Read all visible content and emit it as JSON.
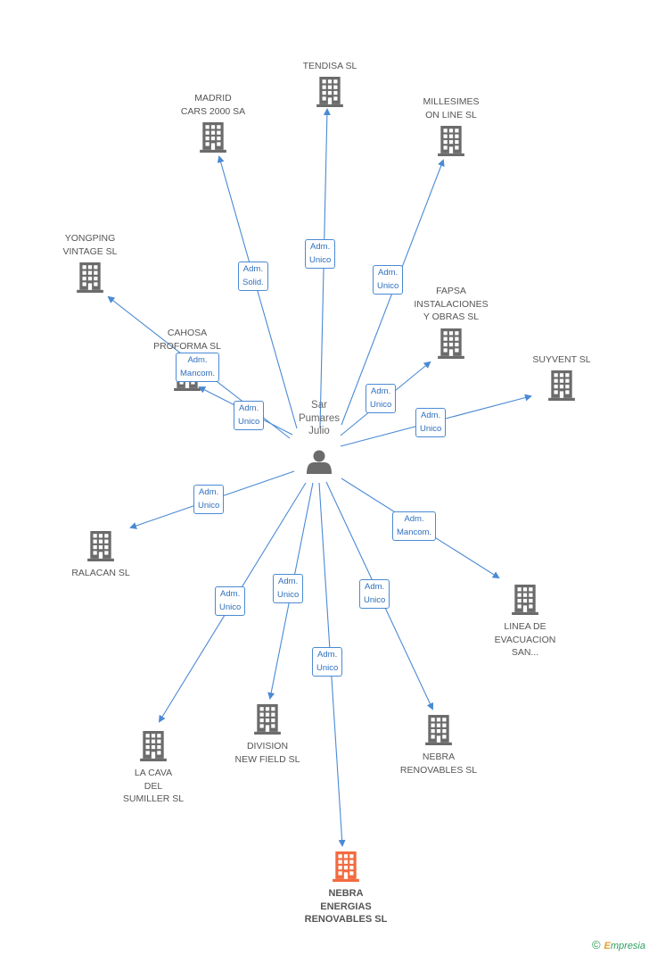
{
  "colors": {
    "edge": "#4a8ad4",
    "building": "#6b6b6b",
    "main_building": "#f26a3f",
    "person": "#6b6b6b"
  },
  "person": {
    "label": "Sar\nPumares\nJulio",
    "icon": "person-icon"
  },
  "companies": [
    {
      "id": "tendisa",
      "label": "TENDISA SL",
      "icon": "building-icon"
    },
    {
      "id": "madrid",
      "label": "MADRID\nCARS 2000 SA",
      "icon": "building-icon"
    },
    {
      "id": "millesimes",
      "label": "MILLESIMES\nON LINE SL",
      "icon": "building-icon"
    },
    {
      "id": "yongping",
      "label": "YONGPING\nVINTAGE SL",
      "icon": "building-icon"
    },
    {
      "id": "fapsa",
      "label": "FAPSA\nINSTALACIONES\nY OBRAS SL",
      "icon": "building-icon"
    },
    {
      "id": "cahosa",
      "label": "CAHOSA\nPROFORMA SL",
      "icon": "building-icon"
    },
    {
      "id": "suyvent",
      "label": "SUYVENT SL",
      "icon": "building-icon"
    },
    {
      "id": "ralacan",
      "label": "RALACAN SL",
      "icon": "building-icon"
    },
    {
      "id": "linea",
      "label": "LINEA DE\nEVACUACION\nSAN...",
      "icon": "building-icon"
    },
    {
      "id": "lacava",
      "label": "LA CAVA\nDEL\nSUMILLER SL",
      "icon": "building-icon"
    },
    {
      "id": "division",
      "label": "DIVISION\nNEW FIELD SL",
      "icon": "building-icon"
    },
    {
      "id": "nebra_ren",
      "label": "NEBRA\nRENOVABLES SL",
      "icon": "building-icon"
    },
    {
      "id": "nebra_en",
      "label": "NEBRA\nENERGIAS\nRENOVABLES SL",
      "icon": "building-icon",
      "highlight": true
    }
  ],
  "roles": [
    {
      "target": "tendisa",
      "label": "Adm.\nUnico"
    },
    {
      "target": "madrid",
      "label": "Adm.\nSolid."
    },
    {
      "target": "millesimes",
      "label": "Adm.\nUnico"
    },
    {
      "target": "cahosa",
      "label": "Adm.\nMancom."
    },
    {
      "target": "yongping",
      "label": "Adm.\nUnico"
    },
    {
      "target": "fapsa",
      "label": "Adm.\nUnico"
    },
    {
      "target": "suyvent",
      "label": "Adm.\nUnico"
    },
    {
      "target": "ralacan",
      "label": "Adm.\nUnico"
    },
    {
      "target": "linea",
      "label": "Adm.\nMancom."
    },
    {
      "target": "lacava",
      "label": "Adm.\nUnico"
    },
    {
      "target": "division",
      "label": "Adm.\nUnico"
    },
    {
      "target": "nebra_ren",
      "label": "Adm.\nUnico"
    },
    {
      "target": "nebra_en",
      "label": "Adm.\nUnico"
    }
  ],
  "footer": {
    "copyright": "©",
    "brand_first": "E",
    "brand_rest": "mpresia"
  }
}
